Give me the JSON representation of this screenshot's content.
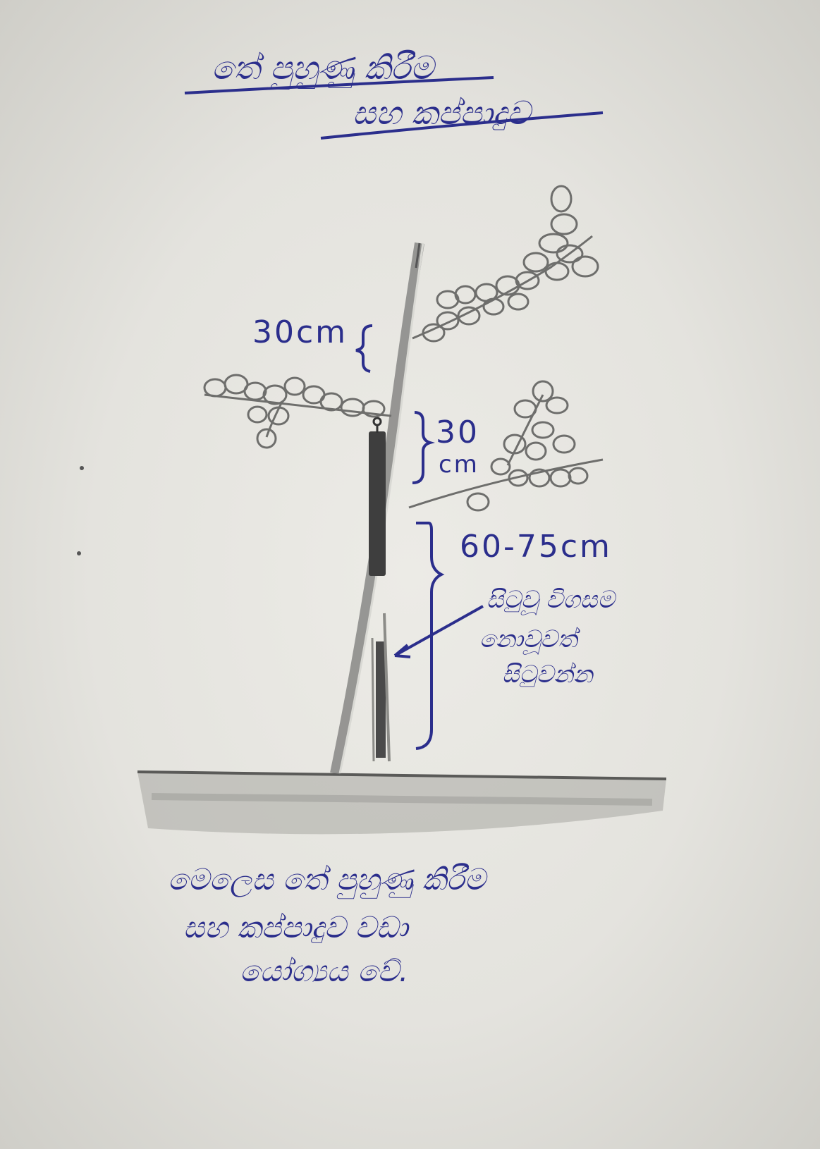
{
  "title": {
    "line1": "තේ පුහුණු කිරීම",
    "line2": "සහ කප්පාදුව"
  },
  "labels": {
    "upper_gap": "30cm",
    "middle_gap_value": "30",
    "middle_gap_unit": "cm",
    "base_height": "60-75cm"
  },
  "note": {
    "line1": "සිටුවූ විගසම",
    "line2": "නොවූවත්",
    "line3": "සිටුවන්න"
  },
  "caption": {
    "line1": "මෙලෙස තේ පුහුණු කිරීම",
    "line2": "සහ කප්පාදුව වඩා",
    "line3": "යෝග්‍යය වේ."
  },
  "colors": {
    "ink": "#2b2e8c",
    "pencil": "#6f6f6f",
    "paper": "#e8e7e2"
  }
}
